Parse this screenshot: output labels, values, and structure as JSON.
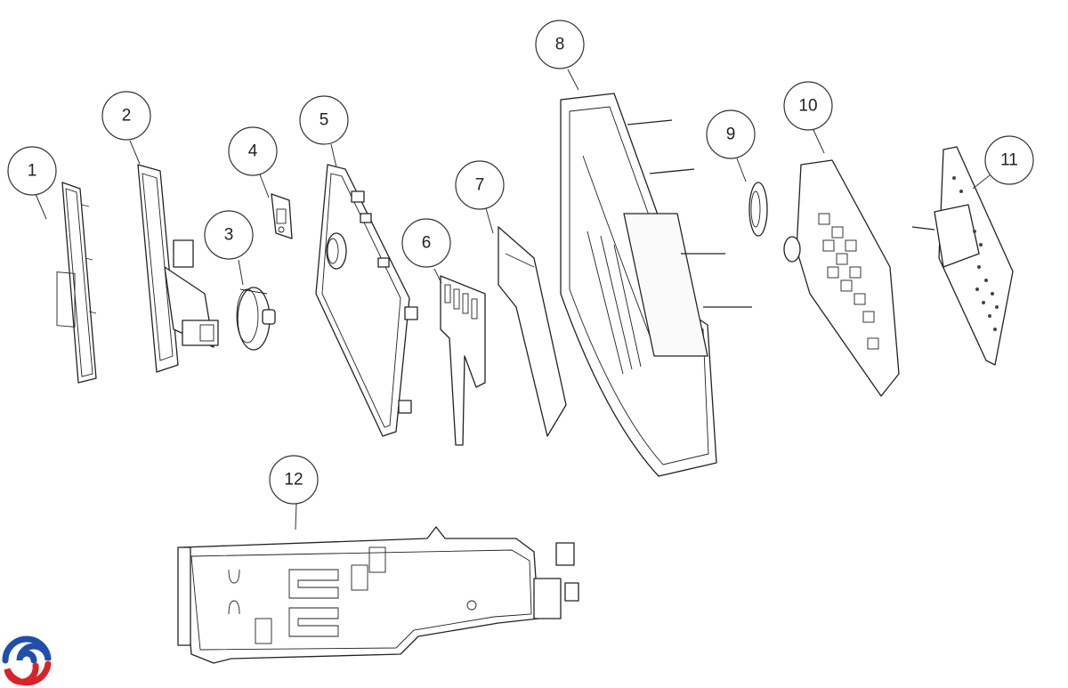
{
  "callouts": [
    "1",
    "2",
    "3",
    "4",
    "5",
    "6",
    "7",
    "8",
    "9",
    "10",
    "11",
    "12"
  ],
  "logo": {
    "icon": "swirl-logo-icon",
    "colors": [
      "#1f4fa8",
      "#d8232a"
    ]
  }
}
